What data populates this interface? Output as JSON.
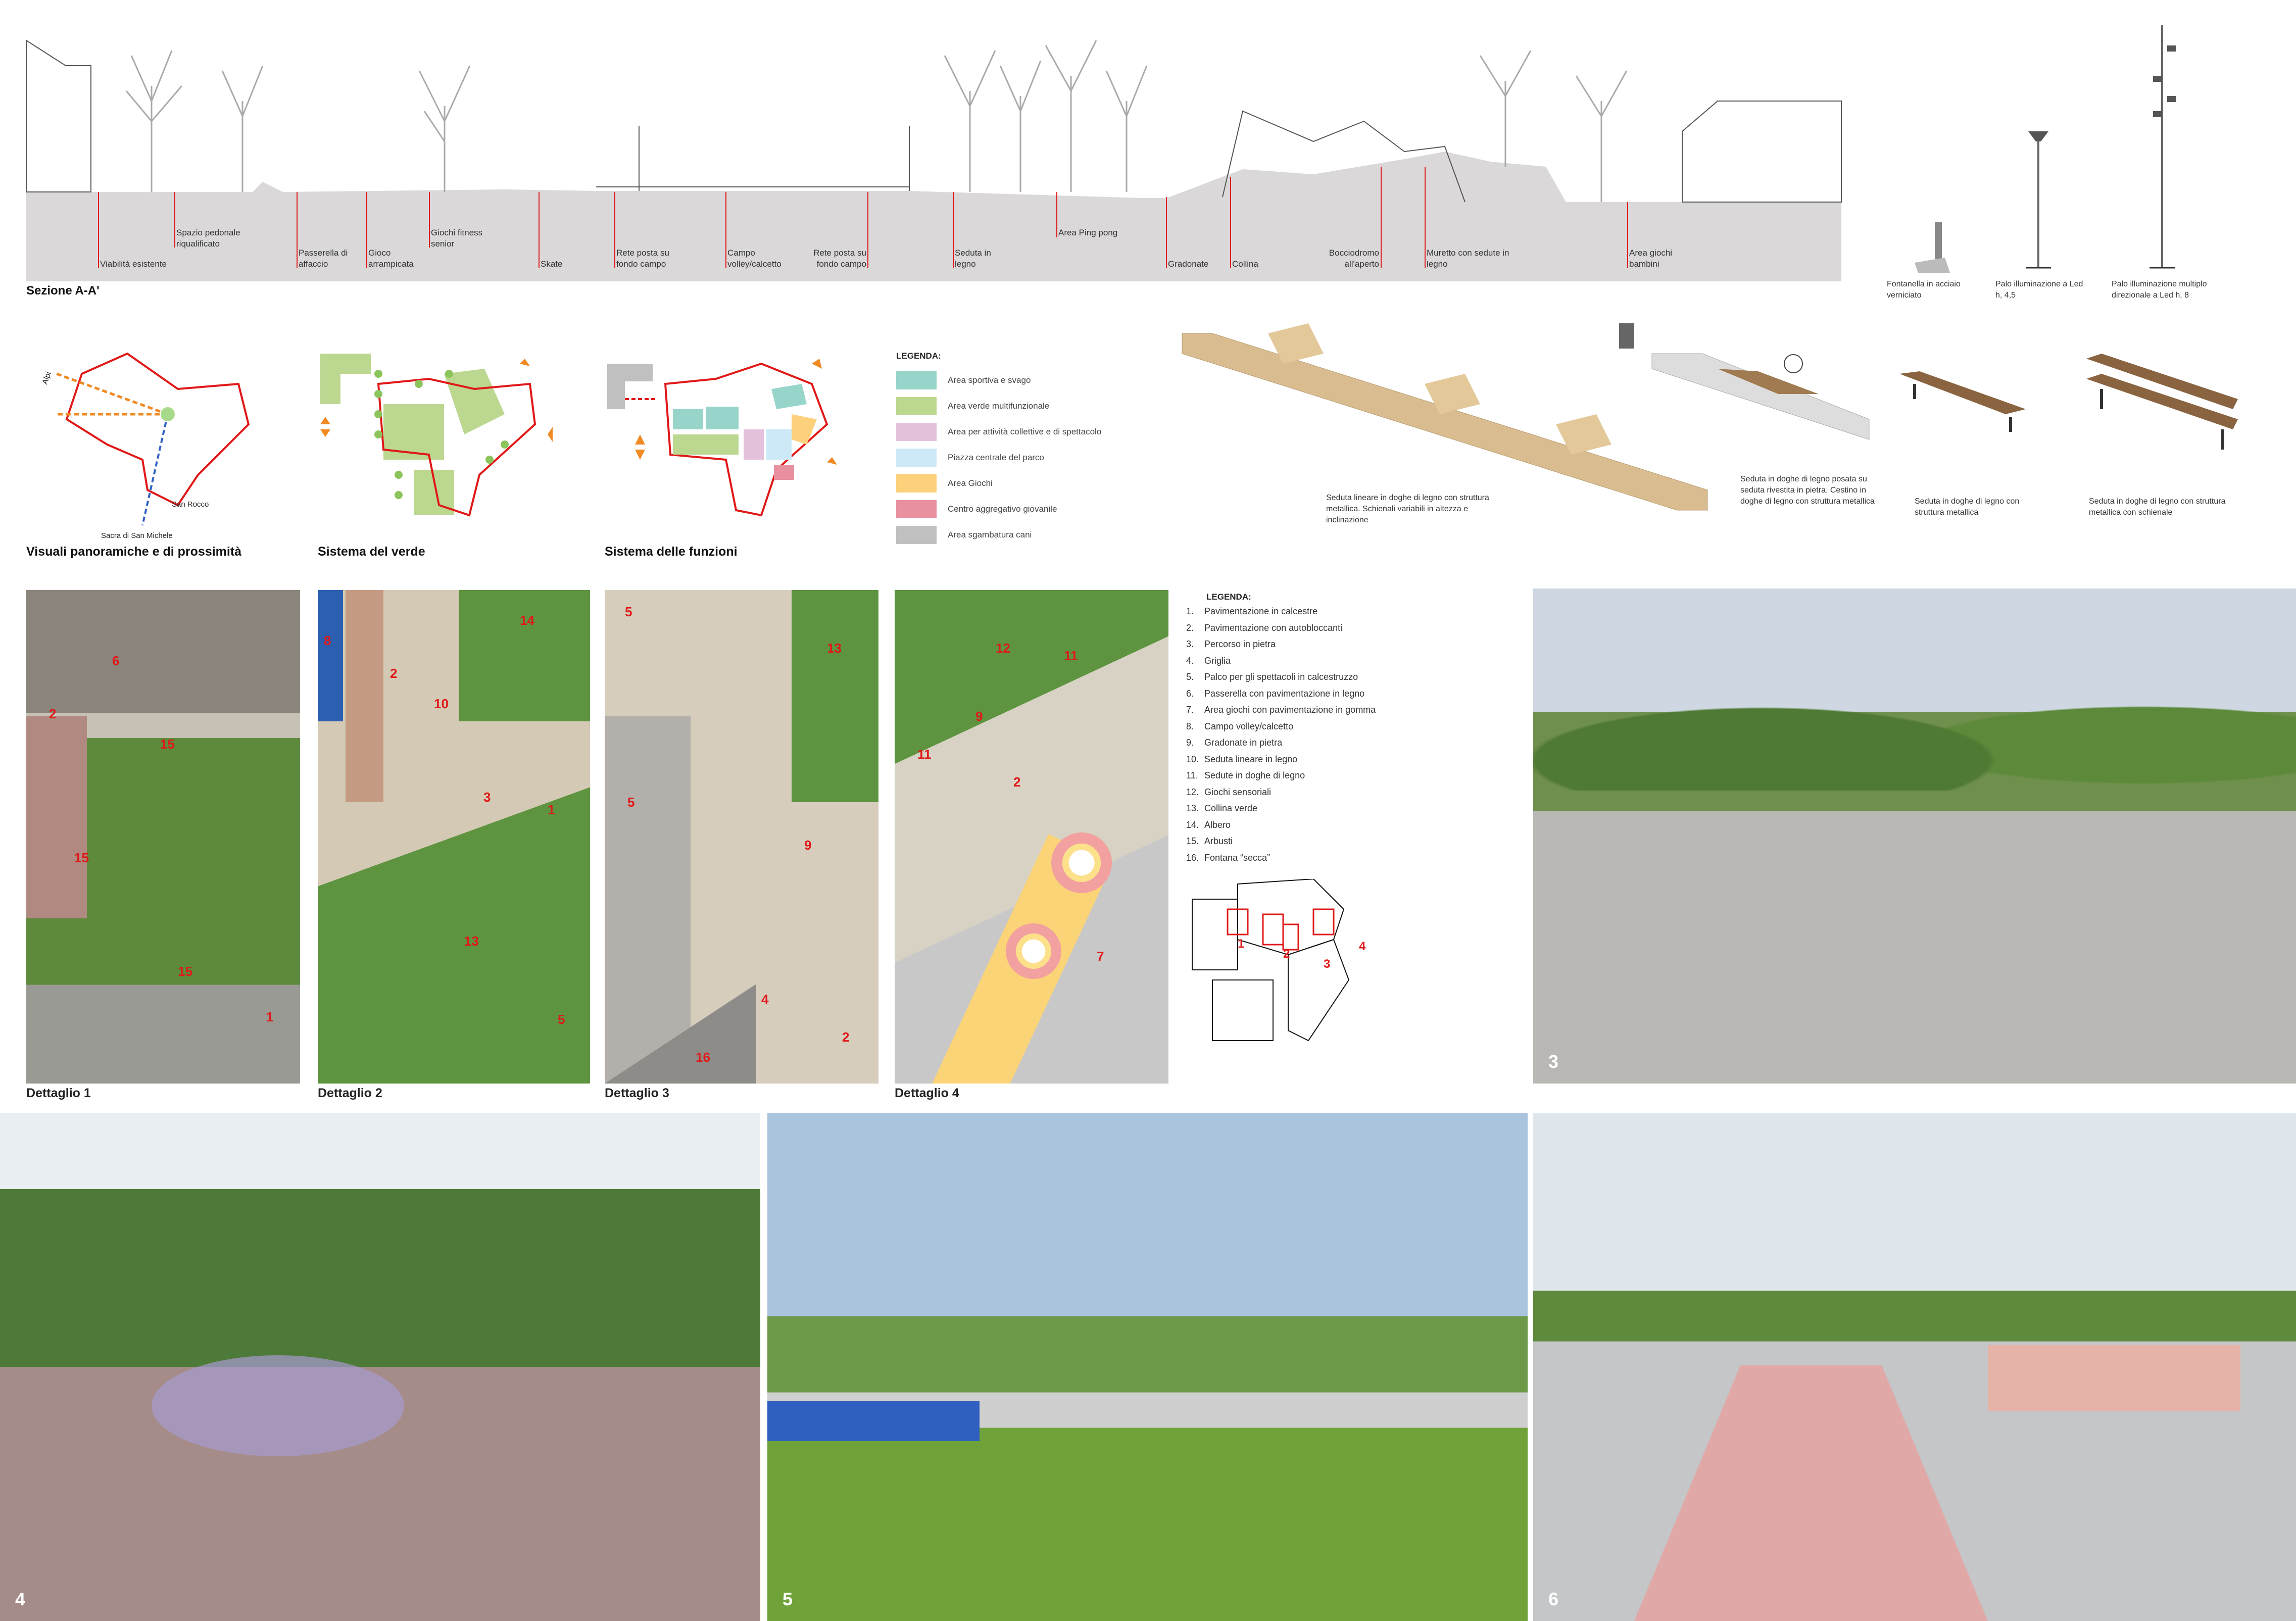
{
  "section": {
    "title": "Sezione A-A'",
    "labels": [
      "Viabilità esistente",
      "Spazio pedonale riqualificato",
      "Passerella di affaccio",
      "Gioco arrampicata",
      "Giochi fitness senior",
      "Skate",
      "Rete posta su fondo campo",
      "Campo volley/calcetto",
      "Rete posta su fondo campo",
      "Seduta in legno",
      "Area Ping pong",
      "Gradonate",
      "Collina",
      "Bocciodromo all'aperto",
      "Muretto con sedute in legno",
      "Area giochi bambini"
    ]
  },
  "furniture": [
    "Fontanella in acciaio verniciato",
    "Palo illuminazione a Led h, 4,5",
    "Palo illuminazione multiplo direzionale a Led h, 8"
  ],
  "diagrams": [
    {
      "title": "Visuali panoramiche e di prossimità",
      "labels": [
        "Alpi",
        "San Rocco",
        "Sacra di San Michele"
      ]
    },
    {
      "title": "Sistema del verde"
    },
    {
      "title": "Sistema delle funzioni"
    }
  ],
  "functions_legend": {
    "title": "LEGENDA:",
    "items": [
      {
        "label": "Area sportiva e svago",
        "color": "#97d5cb"
      },
      {
        "label": "Area verde multifunzionale",
        "color": "#bcd890"
      },
      {
        "label": "Area per attività collettive e di spettacolo",
        "color": "#e4c2dc"
      },
      {
        "label": "Piazza centrale del parco",
        "color": "#cde9f8"
      },
      {
        "label": "Area Giochi",
        "color": "#fdd07b"
      },
      {
        "label": "Centro aggregativo giovanile",
        "color": "#e890a0"
      },
      {
        "label": "Area sgambatura cani",
        "color": "#c0c0c0"
      }
    ]
  },
  "benches": [
    "Seduta lineare in doghe di legno con struttura metallica. Schienali variabili in altezza e inclinazione",
    "Seduta in doghe di legno posata su seduta rivestita in pietra. Cestino in doghe di legno con struttura metallica",
    "Seduta in doghe di legno con struttura metallica",
    "Seduta in doghe di legno con struttura metallica con schienale"
  ],
  "details": [
    {
      "title": "Dettaglio 1",
      "numbers": [
        "6",
        "2",
        "15",
        "15",
        "15",
        "1"
      ]
    },
    {
      "title": "Dettaglio 2",
      "numbers": [
        "8",
        "14",
        "2",
        "10",
        "3",
        "1",
        "13",
        "5"
      ]
    },
    {
      "title": "Dettaglio 3",
      "numbers": [
        "5",
        "13",
        "5",
        "9",
        "4",
        "2",
        "16"
      ]
    },
    {
      "title": "Dettaglio 4",
      "numbers": [
        "12",
        "11",
        "9",
        "11",
        "2",
        "7"
      ]
    }
  ],
  "materials_legend": {
    "title": "LEGENDA:",
    "items": [
      "Pavimentazione in calcestre",
      "Pavimentazione con autobloccanti",
      "Percorso in pietra",
      "Griglia",
      "Palco per gli spettacoli in calcestruzzo",
      "Passerella con pavimentazione in legno",
      "Area giochi con pavimentazione in gomma",
      "Campo volley/calcetto",
      "Gradonate in pietra",
      "Seduta lineare in legno",
      "Sedute in doghe di legno",
      "Giochi sensoriali",
      "Collina verde",
      "Albero",
      "Arbusti",
      "Fontana “secca”"
    ]
  },
  "keymap_numbers": [
    "1",
    "2",
    "3",
    "4"
  ],
  "renders": [
    "3",
    "4",
    "5",
    "6"
  ],
  "colors": {
    "accent_red": "#e01818",
    "section_gray": "#dad8d9"
  }
}
